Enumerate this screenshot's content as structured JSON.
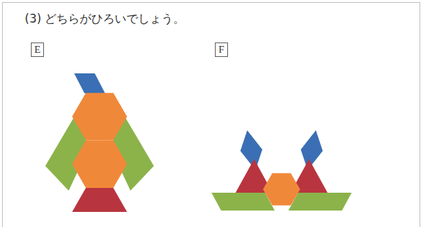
{
  "diagram": {
    "title": "(3) どちらがひろいでしょう。",
    "nodes": [
      {
        "text": [
          "E"
        ]
      },
      {
        "text": [
          "F"
        ]
      }
    ]
  }
}
